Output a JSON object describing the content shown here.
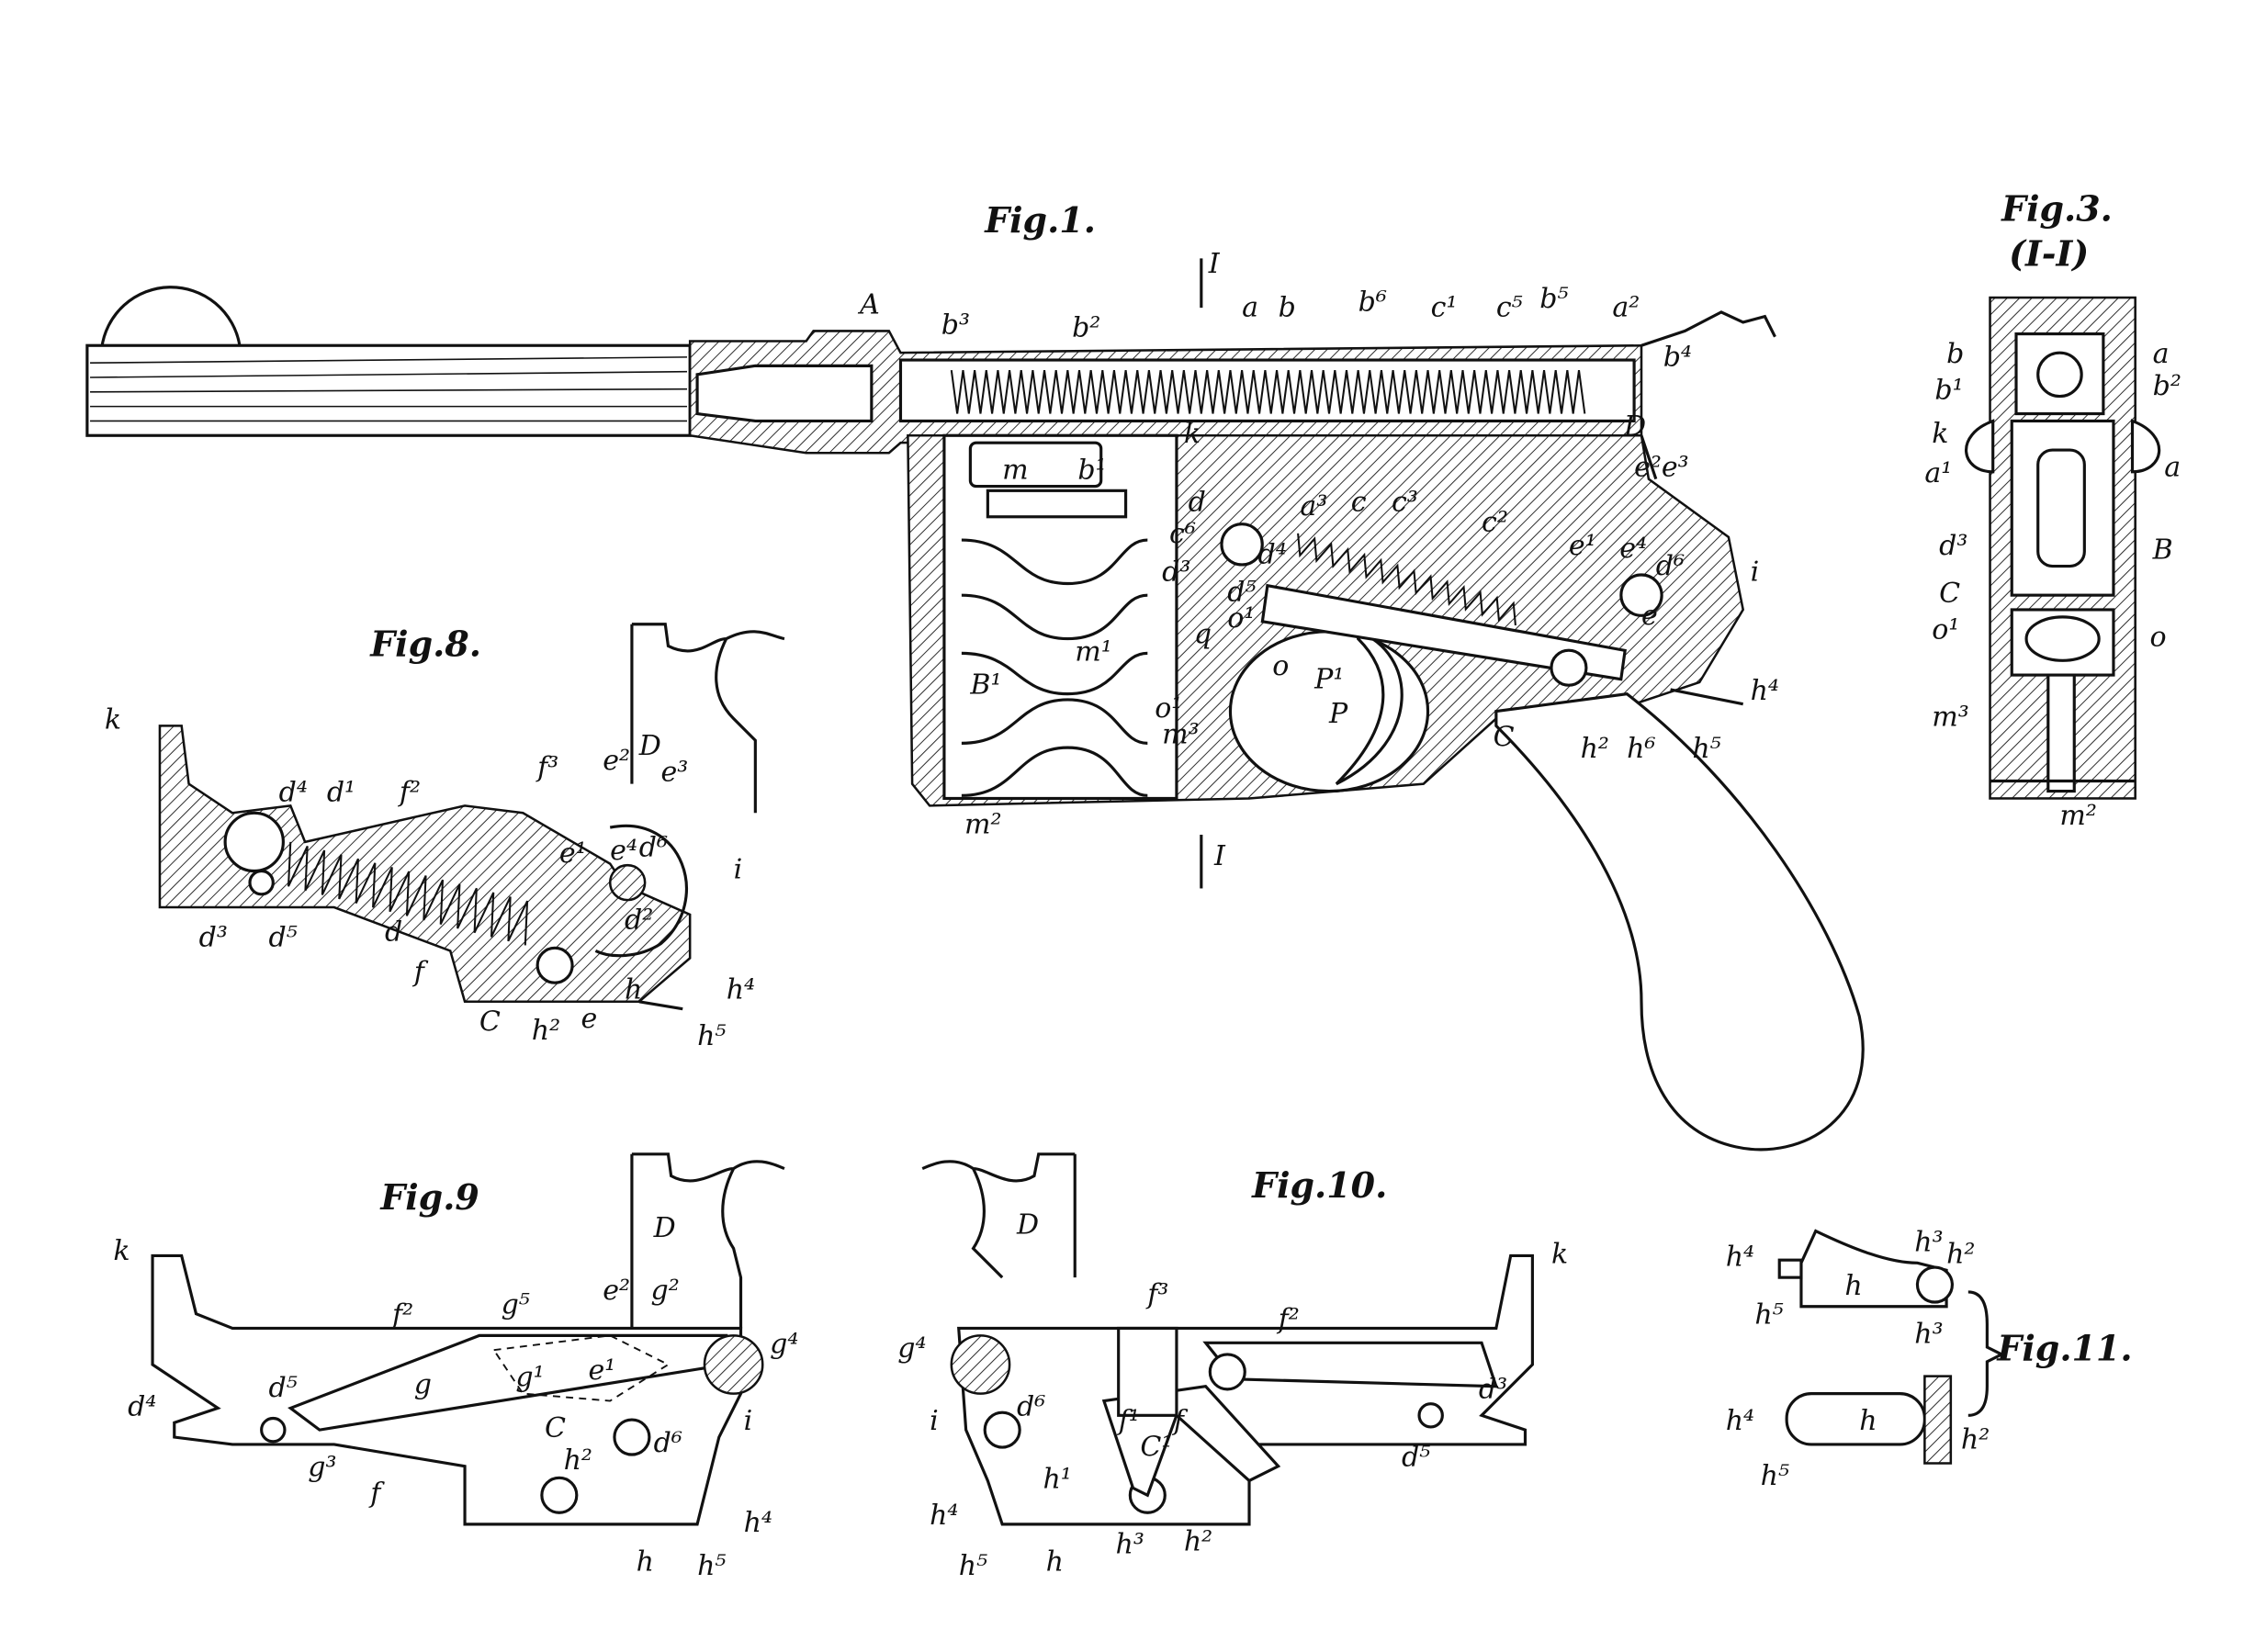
{
  "figure1": {
    "title": "Fig.1.",
    "labels": [
      "I",
      "A",
      "b³",
      "b²",
      "a",
      "b",
      "b⁶",
      "c¹",
      "c⁵",
      "b⁵",
      "a²",
      "b⁴",
      "D",
      "e²e³",
      "k",
      "m",
      "b¹",
      "a³",
      "c",
      "c³",
      "c²",
      "e¹",
      "e⁴",
      "d⁶",
      "i",
      "e",
      "d",
      "c⁶",
      "d⁴",
      "d³",
      "d⁵",
      "q",
      "o¹",
      "m¹",
      "B¹",
      "o¹",
      "m³",
      "P¹",
      "P",
      "o",
      "C",
      "h²",
      "h⁶",
      "h⁵",
      "h⁴",
      "m²",
      "I"
    ]
  },
  "figure3": {
    "title": "Fig.3.",
    "subtitle": "(I-I)",
    "labels": [
      "b",
      "b¹",
      "k",
      "a¹",
      "d³",
      "C",
      "o¹",
      "m³",
      "a",
      "b²",
      "a",
      "B",
      "o",
      "m²"
    ]
  },
  "figure8": {
    "title": "Fig.8.",
    "labels": [
      "k",
      "d⁴",
      "d¹",
      "f²",
      "f³",
      "e²",
      "D",
      "e³",
      "e¹",
      "e⁴",
      "d⁶",
      "i",
      "d³",
      "d⁵",
      "d",
      "f",
      "d²",
      "C",
      "h²",
      "e",
      "h",
      "h⁴",
      "h⁵"
    ]
  },
  "figure9": {
    "title": "Fig.9",
    "labels": [
      "k",
      "f²",
      "g⁵",
      "e²",
      "g²",
      "g⁴",
      "D",
      "d⁴",
      "d⁵",
      "g",
      "g¹",
      "e¹",
      "C",
      "d⁶",
      "i",
      "g³",
      "f",
      "h²",
      "h⁴",
      "h",
      "h⁵"
    ]
  },
  "figure10": {
    "title": "Fig.10.",
    "labels": [
      "D",
      "g⁴",
      "f³",
      "f²",
      "k",
      "i",
      "d⁶",
      "f¹",
      "C¹",
      "f",
      "d⁵",
      "d³",
      "h¹",
      "h⁴",
      "h⁵",
      "h",
      "h³",
      "h²"
    ]
  },
  "figure11": {
    "title": "Fig.11.",
    "labels": [
      "h⁴",
      "h³",
      "h²",
      "h⁵",
      "h",
      "h³",
      "h⁴",
      "h",
      "h²",
      "h⁵"
    ]
  }
}
